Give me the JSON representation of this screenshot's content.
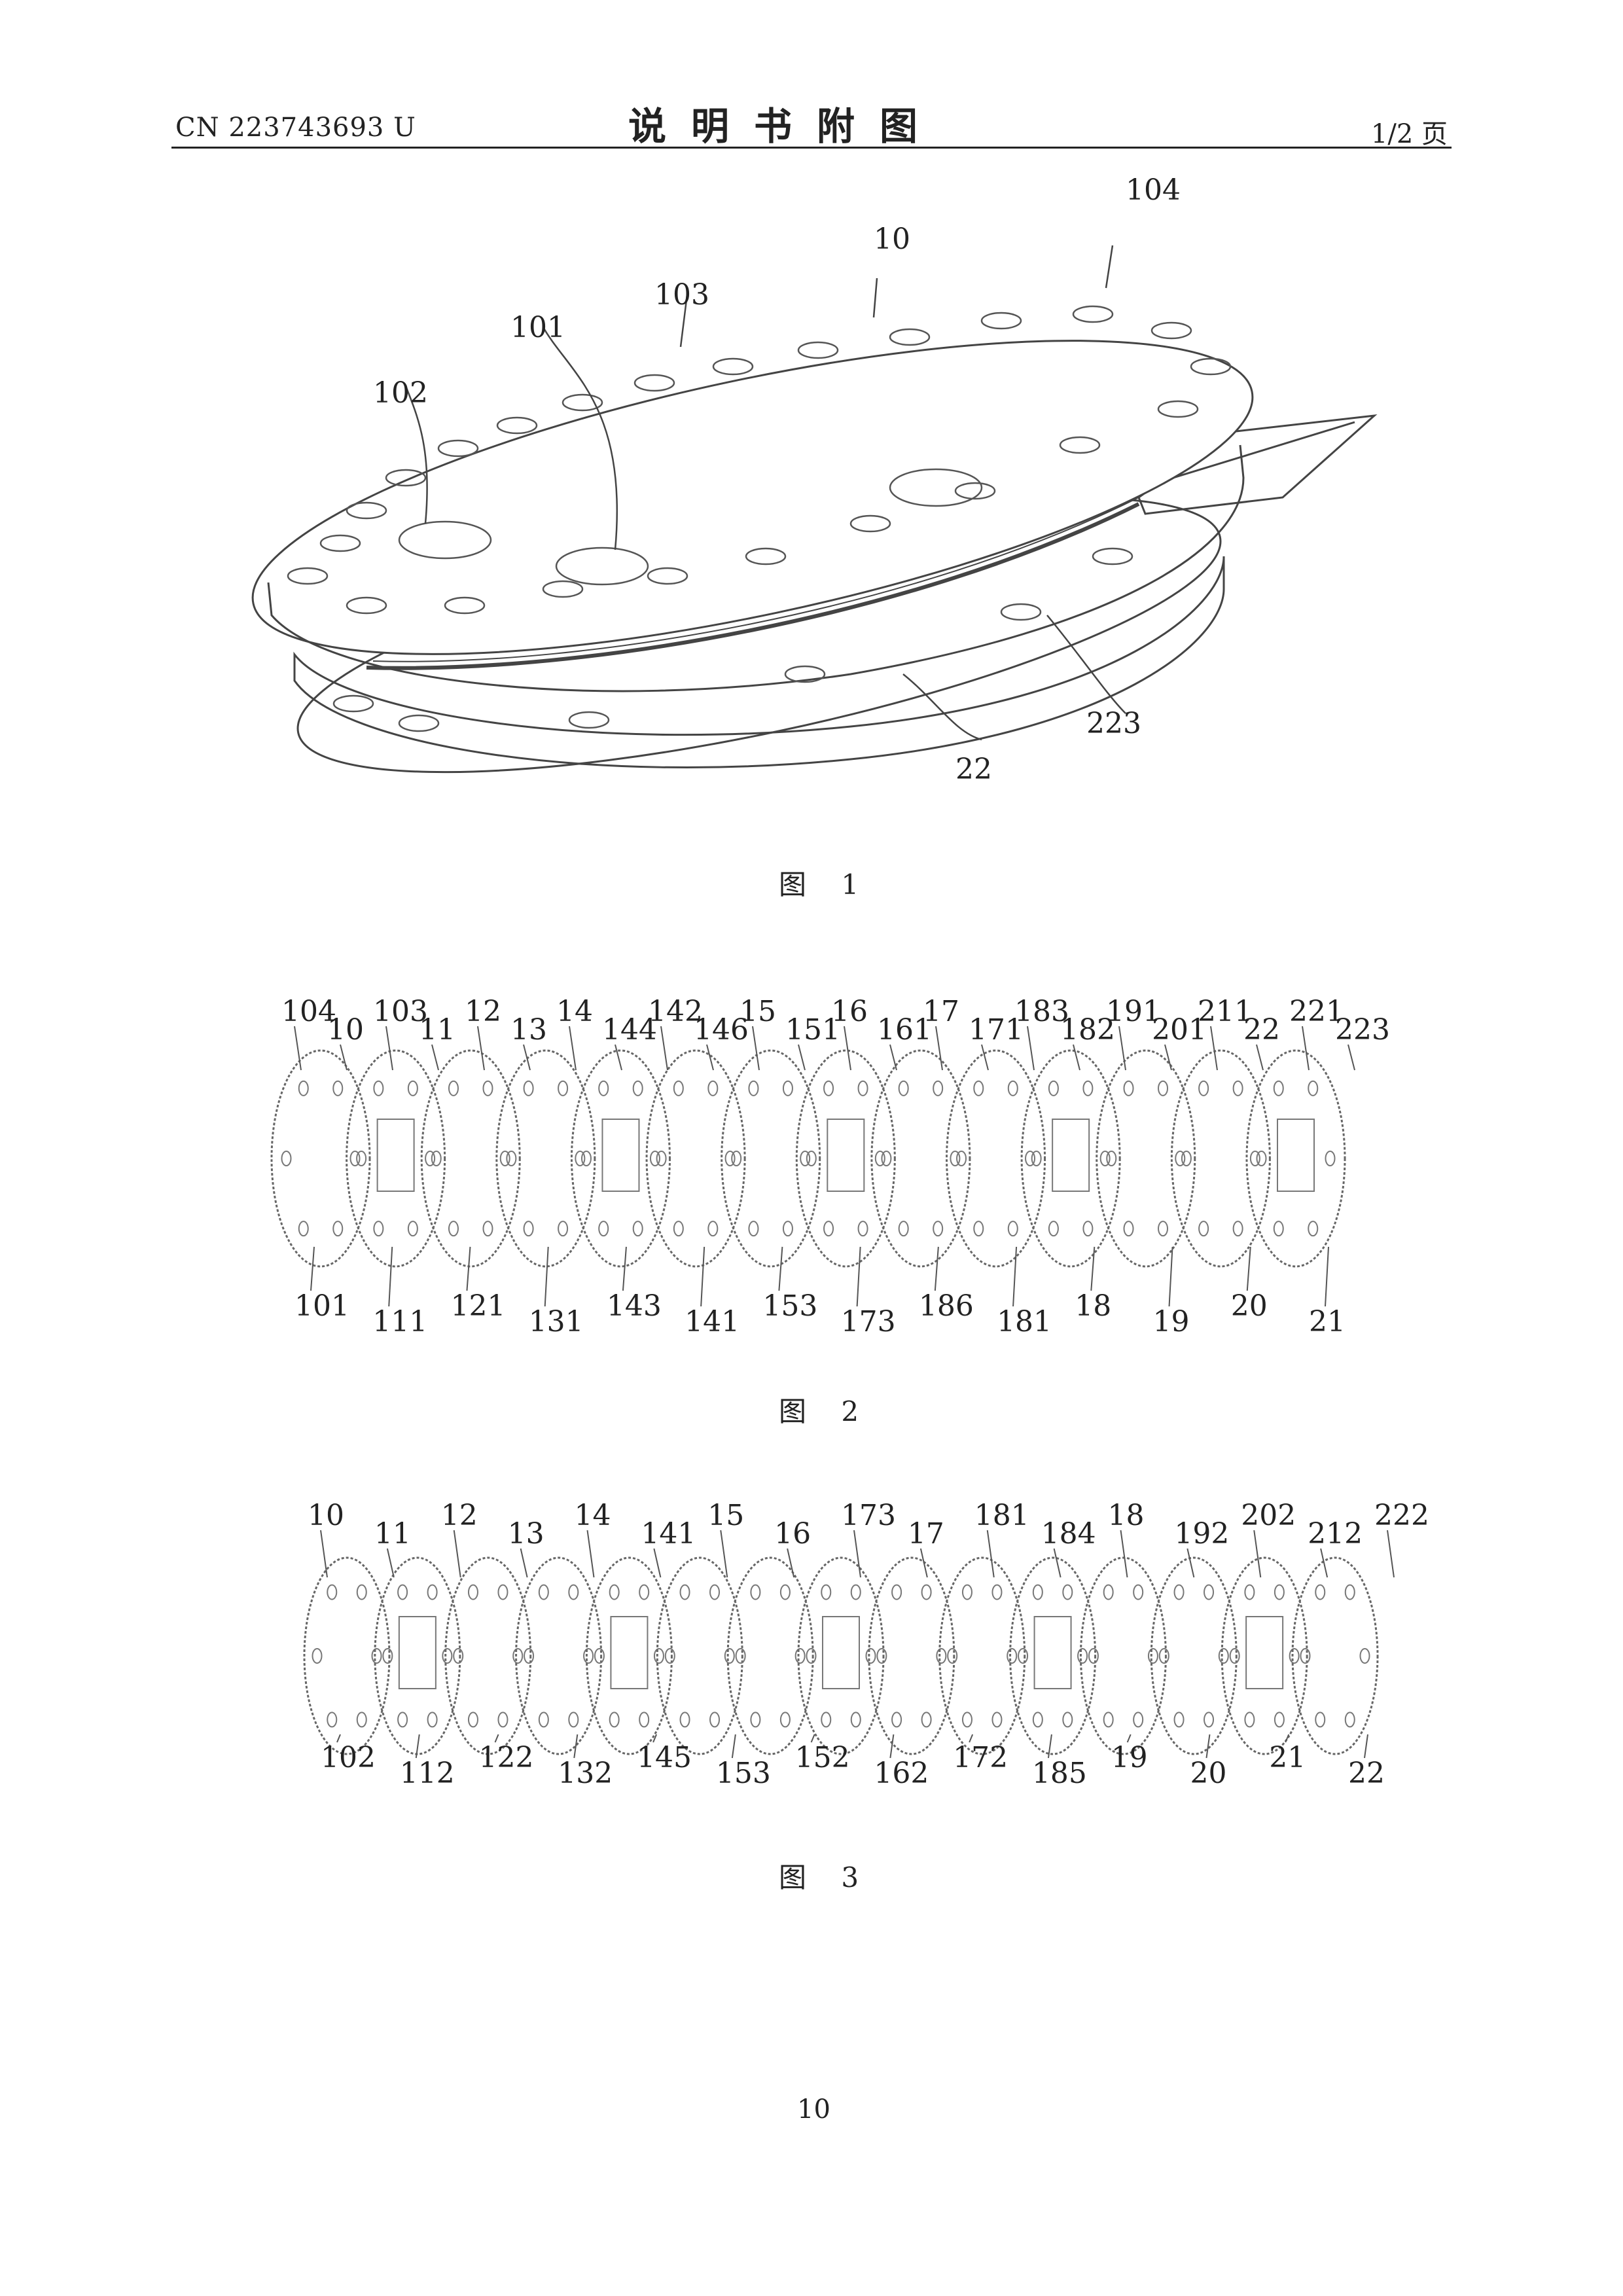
{
  "header": {
    "patent_number": "CN 223743693 U",
    "title": "说明书附图",
    "page_of": "1/2 页"
  },
  "figure1": {
    "caption": "图 1",
    "labels": {
      "l10": "10",
      "l104": "104",
      "l103": "103",
      "l101": "101",
      "l102": "102",
      "l223": "223",
      "l22": "22"
    }
  },
  "figure2": {
    "caption": "图 2",
    "top_labels": [
      "104",
      "10",
      "103",
      "11",
      "12",
      "13",
      "14",
      "144",
      "142",
      "146",
      "15",
      "151",
      "16",
      "161",
      "17",
      "171",
      "183",
      "182",
      "191",
      "201",
      "211",
      "22",
      "221",
      "223"
    ],
    "bottom_labels": [
      "101",
      "111",
      "121",
      "131",
      "143",
      "141",
      "153",
      "173",
      "186",
      "181",
      "18",
      "19",
      "20",
      "21"
    ]
  },
  "figure3": {
    "caption": "图 3",
    "top_labels": [
      "10",
      "11",
      "12",
      "13",
      "14",
      "141",
      "15",
      "16",
      "173",
      "17",
      "181",
      "184",
      "18",
      "192",
      "202",
      "212",
      "222"
    ],
    "bottom_labels": [
      "102",
      "112",
      "122",
      "132",
      "145",
      "153",
      "152",
      "162",
      "172",
      "185",
      "19",
      "20",
      "21",
      "22"
    ]
  },
  "footer": {
    "page_number": "10"
  }
}
